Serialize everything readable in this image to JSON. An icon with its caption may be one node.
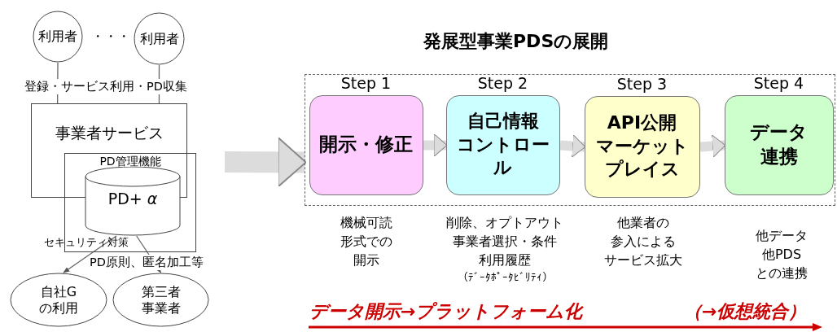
{
  "diagram": {
    "title": "発展型事業PDSの展開",
    "nodes": [
      {
        "text": [
          "利用者"
        ]
      },
      {
        "text": [
          "利用者"
        ]
      },
      {
        "text": [
          "事業者サービス"
        ]
      },
      {
        "text": [
          "PD管理機能"
        ]
      },
      {
        "text": [
          "PD+ *α*"
        ],
        "in": 3
      },
      {
        "text": [
          "自社Gの利用"
        ]
      },
      {
        "text": [
          "第三者事業者"
        ]
      },
      {
        "text": [],
        "shape": "box"
      },
      {
        "text": [
          "Step 1",
          "開示・修正"
        ],
        "in": 7,
        "beside": [
          "機械可読形式での開示"
        ]
      },
      {
        "text": [
          "Step 2",
          "自己情報コントロール"
        ],
        "in": 7,
        "beside": [
          "削除、オプトアウト事業者選択・条件利用履歴",
          "（ﾃﾞｰﾀﾎﾟｰﾀﾋﾞﾘﾃｨ）"
        ]
      },
      {
        "text": [
          "Step 3",
          "API公開マーケットプレイス"
        ],
        "in": 7,
        "beside": [
          "他業者の参入によるサービス拡大"
        ]
      },
      {
        "text": [
          "Step 4",
          "データ連携"
        ],
        "in": 7,
        "beside": [
          "他データ他PDSとの連携"
        ]
      }
    ],
    "edges": [
      {
        "from": 0,
        "to": 2,
        "arrow": "none"
      },
      {
        "from": 1,
        "to": 2,
        "arrow": "none"
      },
      {
        "from": 4,
        "to": 5,
        "arrow": "to"
      },
      {
        "from": 4,
        "to": 6,
        "arrow": "to"
      },
      {
        "from": null,
        "to": 7,
        "arrow": "to",
        "style": "thick",
        "color": "#dcdcdc"
      },
      {
        "from": 8,
        "to": 9,
        "arrow": "to",
        "style": "thick",
        "color": "#dcdcdc"
      },
      {
        "from": 9,
        "to": 10,
        "arrow": "to",
        "style": "thick",
        "color": "#dcdcdc"
      },
      {
        "from": 10,
        "to": 11,
        "arrow": "to",
        "style": "thick",
        "color": "#dcdcdc"
      }
    ],
    "labels": [
      "・・・",
      "登録・サービス利用・PD収集",
      "セキュリティ対策",
      "PD原則、匿名加工等",
      "データ開示→プラットフォーム化",
      "（→仮想統合）"
    ]
  }
}
